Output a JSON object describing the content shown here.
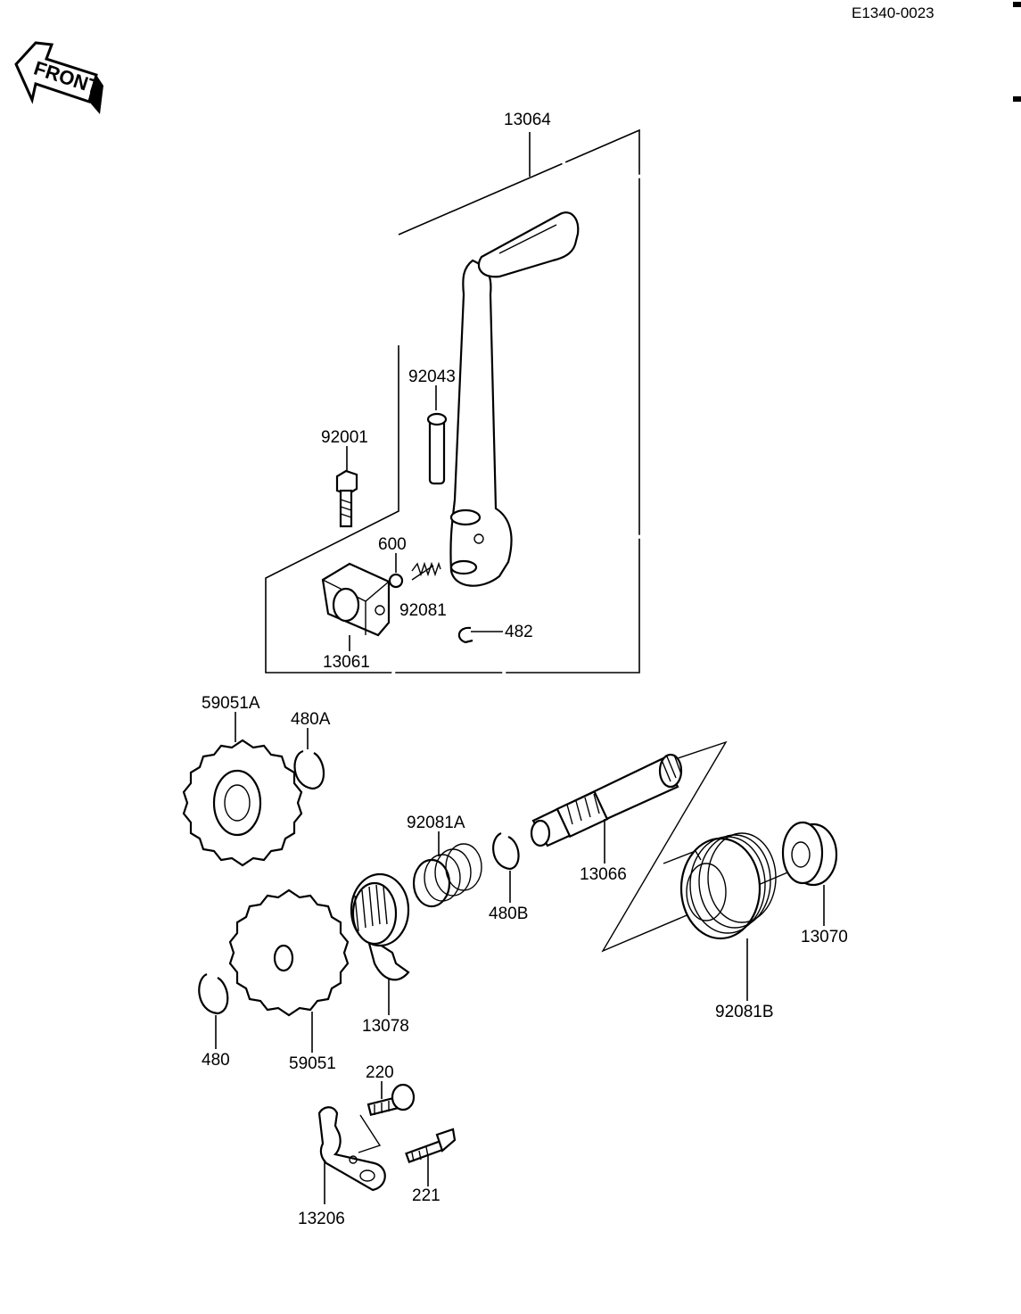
{
  "document": {
    "code": "E1340-0023"
  },
  "front_arrow": {
    "label": "FRONT"
  },
  "parts": {
    "p13064": "13064",
    "p92043": "92043",
    "p92001": "92001",
    "p600": "600",
    "p92081": "92081",
    "p482": "482",
    "p13061": "13061",
    "p59051A": "59051A",
    "p480A": "480A",
    "p92081A": "92081A",
    "p13066": "13066",
    "p480B": "480B",
    "p13070": "13070",
    "p92081B": "92081B",
    "p13078": "13078",
    "p59051": "59051",
    "p480": "480",
    "p220": "220",
    "p221": "221",
    "p13206": "13206"
  }
}
